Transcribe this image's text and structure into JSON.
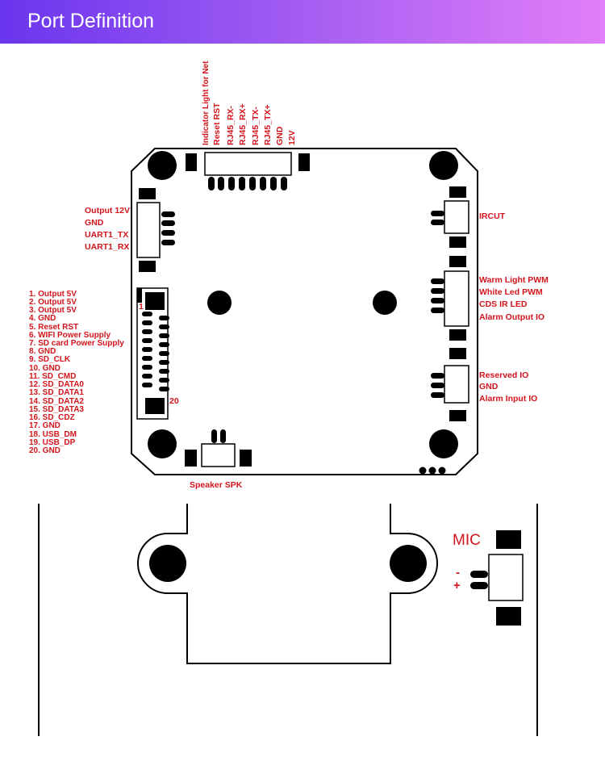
{
  "header": {
    "title": "Port Definition"
  },
  "top_connector": {
    "labels": [
      "Indicator Light for Net",
      "Reset RST",
      "RJ45_RX-",
      "RJ45_RX+",
      "RJ45_TX-",
      "RJ45_TX+",
      "GND",
      "12V"
    ]
  },
  "left_connector": {
    "labels": [
      "Output 12V",
      "GND",
      "UART1_TX",
      "UART1_RX"
    ]
  },
  "sd_connector": {
    "pin_start": "1",
    "pin_end": "20",
    "pins": [
      "1. Output 5V",
      "2. Output 5V",
      "3. Output 5V",
      "4. GND",
      "5. Reset RST",
      "6. WIFI Power Supply",
      "7. SD card Power Supply",
      "8. GND",
      "9. SD_CLK",
      "10. GND",
      "11. SD_CMD",
      "12. SD_DATA0",
      "13. SD_DATA1",
      "14. SD_DATA2",
      "15. SD_DATA3",
      "16. SD_CDZ",
      "17. GND",
      "18. USB_DM",
      "19. USB_DP",
      "20. GND"
    ]
  },
  "ircut": {
    "label": "IRCUT"
  },
  "light_connector": {
    "labels": [
      "Warm Light PWM",
      "White Led PWM",
      "CDS IR LED",
      "Alarm Output IO"
    ]
  },
  "alarm_connector": {
    "labels": [
      "Reserved IO",
      "GND",
      "Alarm Input IO"
    ]
  },
  "speaker": {
    "label": "Speaker SPK"
  },
  "mic": {
    "label": "MIC",
    "minus": "-",
    "plus": "+"
  }
}
